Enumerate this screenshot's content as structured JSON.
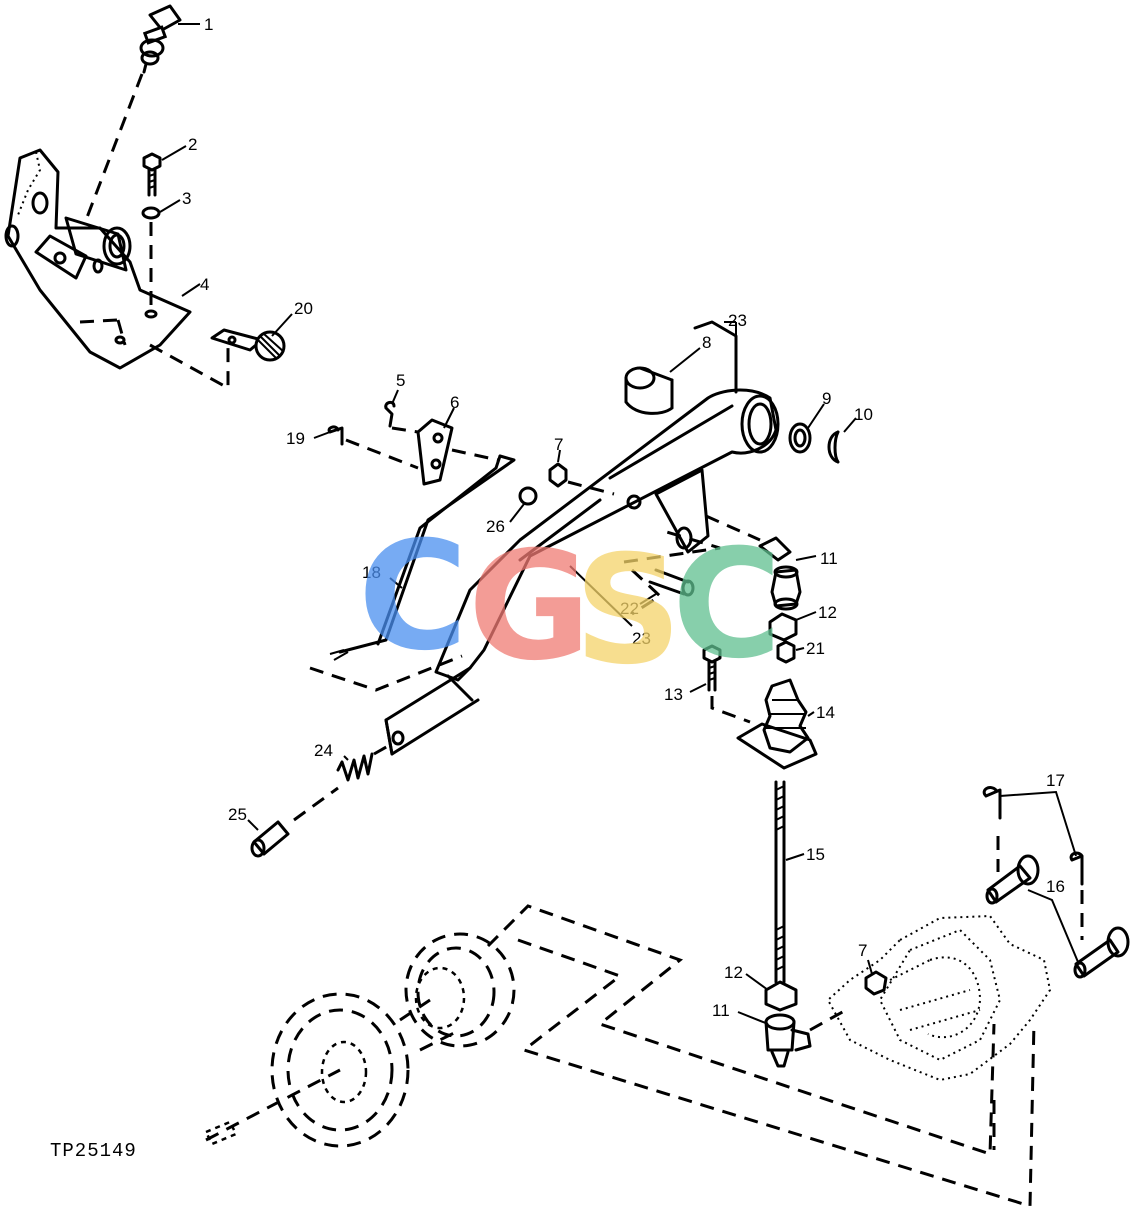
{
  "figure_code": "TP25149",
  "watermark": {
    "letters": [
      "C",
      "G",
      "S",
      "C"
    ],
    "colors": [
      "#4a8ff0",
      "#f07b74",
      "#f5d46a",
      "#5fbf8f"
    ]
  },
  "callouts": [
    "1",
    "2",
    "3",
    "4",
    "20",
    "23",
    "8",
    "9",
    "10",
    "5",
    "6",
    "19",
    "7",
    "26",
    "11",
    "18",
    "22",
    "23",
    "12",
    "21",
    "13",
    "14",
    "24",
    "25",
    "17",
    "15",
    "16",
    "7",
    "12",
    "11"
  ]
}
